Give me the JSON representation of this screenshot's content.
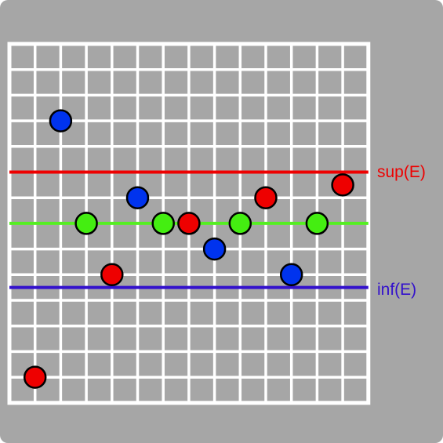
{
  "labels": {
    "sup": "sup(E)",
    "inf": "inf(E)"
  },
  "colors": {
    "outer_bg": "#a6a6a6",
    "grid_bg": "#a6a6a6",
    "grid_line": "#ffffff",
    "sup_line": "#ee0000",
    "mid_line": "#55ee22",
    "inf_line": "#3311cc",
    "point_red": "#ee0000",
    "point_blue": "#0033ee",
    "point_green": "#44ee11",
    "point_stroke": "#000000"
  },
  "diagram": {
    "cols": 14,
    "rows": 14,
    "lines": [
      {
        "name": "sup-line",
        "row": 5,
        "color_key": "sup_line",
        "label_key": "sup"
      },
      {
        "name": "mid-line",
        "row": 7,
        "color_key": "mid_line",
        "label_key": null
      },
      {
        "name": "inf-line",
        "row": 9.5,
        "color_key": "inf_line",
        "label_key": "inf"
      }
    ],
    "points": [
      {
        "col": 1,
        "row": 13,
        "color": "red"
      },
      {
        "col": 2,
        "row": 3,
        "color": "blue"
      },
      {
        "col": 3,
        "row": 7,
        "color": "green"
      },
      {
        "col": 4,
        "row": 9,
        "color": "red"
      },
      {
        "col": 5,
        "row": 6,
        "color": "blue"
      },
      {
        "col": 6,
        "row": 7,
        "color": "green"
      },
      {
        "col": 7,
        "row": 7,
        "color": "red"
      },
      {
        "col": 8,
        "row": 8,
        "color": "blue"
      },
      {
        "col": 9,
        "row": 7,
        "color": "green"
      },
      {
        "col": 10,
        "row": 6,
        "color": "red"
      },
      {
        "col": 11,
        "row": 9,
        "color": "blue"
      },
      {
        "col": 12,
        "row": 7,
        "color": "green"
      },
      {
        "col": 13,
        "row": 5.5,
        "color": "red"
      }
    ]
  }
}
